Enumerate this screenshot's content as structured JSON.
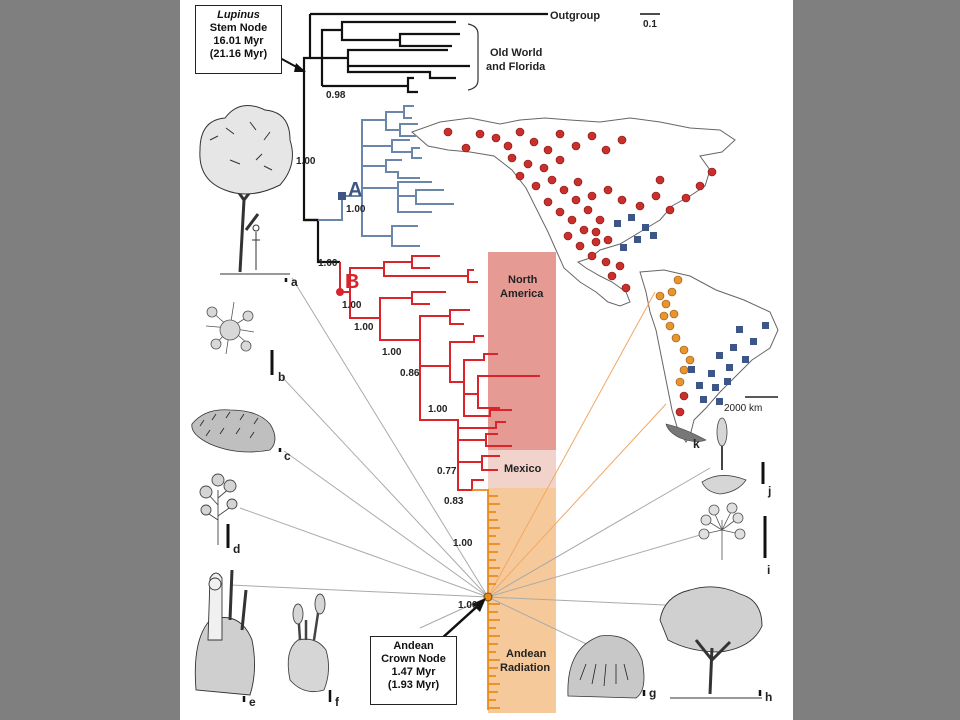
{
  "stem_box": {
    "title": "Lupinus",
    "line2": "Stem Node",
    "line3": "16.01 Myr",
    "line4": "(21.16 Myr)"
  },
  "crown_box": {
    "line1": "Andean",
    "line2": "Crown Node",
    "line3": "1.47 Myr",
    "line4": "(1.93 Myr)"
  },
  "tree_labels": {
    "outgroup": "Outgroup",
    "scale": "0.1",
    "old_world_1": "Old World",
    "old_world_2": "and Florida",
    "clade_a": "A",
    "clade_b": "B"
  },
  "support_values": {
    "v098": "0.98",
    "v100_root": "1.00",
    "v100_a": "1.00",
    "v100_left": "1.00",
    "v100_b": "1.00",
    "v100_b2": "1.00",
    "v100_b3": "1.00",
    "v086": "0.86",
    "v100_b4": "1.00",
    "v077": "0.77",
    "v083": "0.83",
    "v100_b5": "1.00",
    "v100_crown": "1.00"
  },
  "regions": {
    "north_america_1": "North",
    "north_america_2": "America",
    "mexico": "Mexico",
    "andean_1": "Andean",
    "andean_2": "Radiation"
  },
  "map": {
    "scale_label": "2000 km"
  },
  "plant_letters": [
    "a",
    "b",
    "c",
    "d",
    "e",
    "f",
    "g",
    "h",
    "i",
    "j",
    "k"
  ],
  "colors": {
    "clade_a": "#6a86aa",
    "clade_b": "#d8242a",
    "andean": "#e88a1c",
    "north_america_band": "#e59b94",
    "mexico_band": "#f2d3cc",
    "andean_band": "#f6c99a",
    "map_point_red": "#c9302c",
    "map_point_orange": "#e8952e",
    "map_point_blue": "#3d5685"
  }
}
